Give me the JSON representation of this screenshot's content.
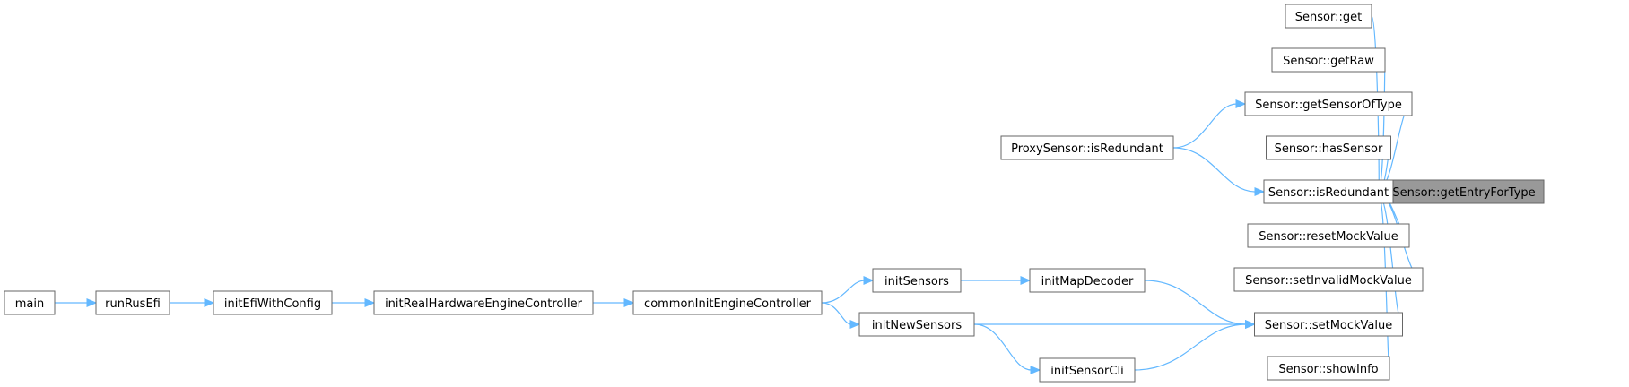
{
  "diagram": {
    "root": "getEntryForType",
    "nodes": [
      {
        "id": "getEntryForType",
        "label": "Sensor::getEntryForType"
      },
      {
        "id": "get",
        "label": "Sensor::get"
      },
      {
        "id": "getRaw",
        "label": "Sensor::getRaw"
      },
      {
        "id": "getSensorOfType",
        "label": "Sensor::getSensorOfType"
      },
      {
        "id": "hasSensor",
        "label": "Sensor::hasSensor"
      },
      {
        "id": "isRedundant",
        "label": "Sensor::isRedundant"
      },
      {
        "id": "resetMockValue",
        "label": "Sensor::resetMockValue"
      },
      {
        "id": "setInvalidMockValue",
        "label": "Sensor::setInvalidMockValue"
      },
      {
        "id": "setMockValue",
        "label": "Sensor::setMockValue"
      },
      {
        "id": "showInfo",
        "label": "Sensor::showInfo"
      },
      {
        "id": "proxyIsRedundant",
        "label": "ProxySensor::isRedundant"
      },
      {
        "id": "initMapDecoder",
        "label": "initMapDecoder"
      },
      {
        "id": "initNewSensors",
        "label": "initNewSensors"
      },
      {
        "id": "initSensorCli",
        "label": "initSensorCli"
      },
      {
        "id": "initSensors",
        "label": "initSensors"
      },
      {
        "id": "commonInitEngineController",
        "label": "commonInitEngineController"
      },
      {
        "id": "initRealHardwareEngineController",
        "label": "initRealHardwareEngineController"
      },
      {
        "id": "initEfiWithConfig",
        "label": "initEfiWithConfig"
      },
      {
        "id": "runRusEfi",
        "label": "runRusEfi"
      },
      {
        "id": "main",
        "label": "main"
      }
    ],
    "edges": [
      {
        "from": "get",
        "to": "getEntryForType"
      },
      {
        "from": "getRaw",
        "to": "getEntryForType"
      },
      {
        "from": "getSensorOfType",
        "to": "getEntryForType"
      },
      {
        "from": "hasSensor",
        "to": "getEntryForType"
      },
      {
        "from": "isRedundant",
        "to": "getEntryForType"
      },
      {
        "from": "resetMockValue",
        "to": "getEntryForType"
      },
      {
        "from": "setInvalidMockValue",
        "to": "getEntryForType"
      },
      {
        "from": "setMockValue",
        "to": "getEntryForType"
      },
      {
        "from": "showInfo",
        "to": "getEntryForType"
      },
      {
        "from": "proxyIsRedundant",
        "to": "getSensorOfType"
      },
      {
        "from": "proxyIsRedundant",
        "to": "isRedundant"
      },
      {
        "from": "initMapDecoder",
        "to": "setMockValue"
      },
      {
        "from": "initNewSensors",
        "to": "setMockValue"
      },
      {
        "from": "initSensorCli",
        "to": "setMockValue"
      },
      {
        "from": "initSensors",
        "to": "initMapDecoder"
      },
      {
        "from": "initNewSensors",
        "to": "initSensorCli"
      },
      {
        "from": "commonInitEngineController",
        "to": "initSensors"
      },
      {
        "from": "commonInitEngineController",
        "to": "initNewSensors"
      },
      {
        "from": "initRealHardwareEngineController",
        "to": "commonInitEngineController"
      },
      {
        "from": "initEfiWithConfig",
        "to": "initRealHardwareEngineController"
      },
      {
        "from": "runRusEfi",
        "to": "initEfiWithConfig"
      },
      {
        "from": "main",
        "to": "runRusEfi"
      }
    ],
    "colors": {
      "edge": "#63b8ff",
      "node_border": "#666666",
      "root_fill": "#999999",
      "node_fill": "#ffffff",
      "text": "#000000"
    }
  }
}
